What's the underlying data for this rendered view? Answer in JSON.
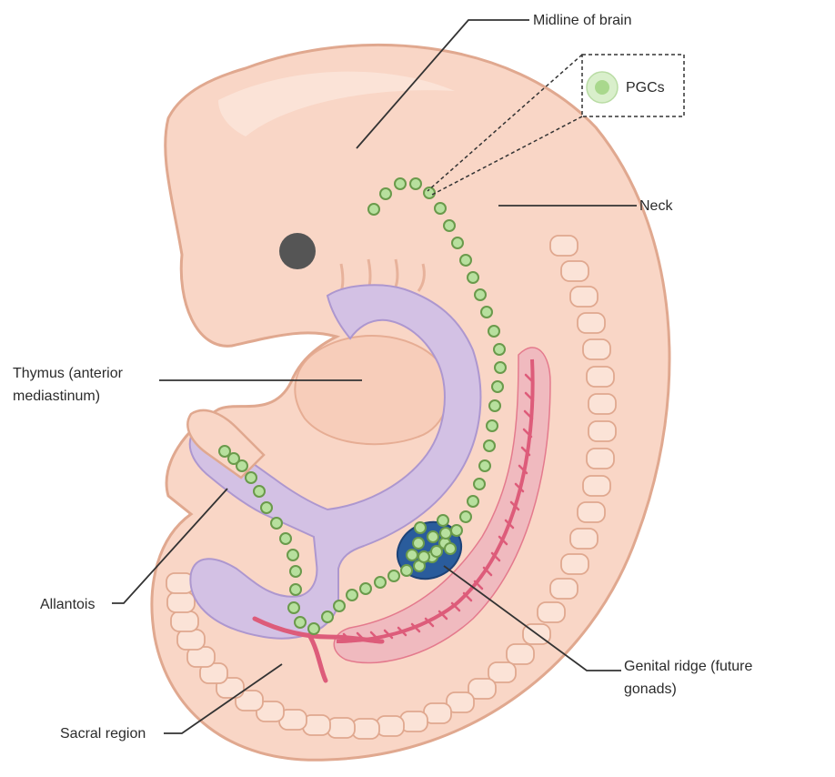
{
  "labels": {
    "midline": "Midline of brain",
    "pgcs": "PGCs",
    "neck": "Neck",
    "thymus_1": "Thymus (anterior",
    "thymus_2": "mediastinum)",
    "allantois": "Allantois",
    "genital_1": "Genital ridge (future",
    "genital_2": "gonads)",
    "sacral": "Sacral region"
  },
  "colors": {
    "body_fill": "#f9d6c6",
    "body_outline": "#e0a88f",
    "somite_fill": "#fbe3d7",
    "gut_fill": "#d3c1e4",
    "gut_outline": "#ad97cf",
    "ridge_fill": "#eeb1bd",
    "ridge_line": "#dd5c7a",
    "pgc_fill": "#b7e09e",
    "pgc_outline": "#6a9a4b",
    "gonad_fill": "#2a5c9c",
    "eye": "#555555",
    "leader": "#333333"
  }
}
